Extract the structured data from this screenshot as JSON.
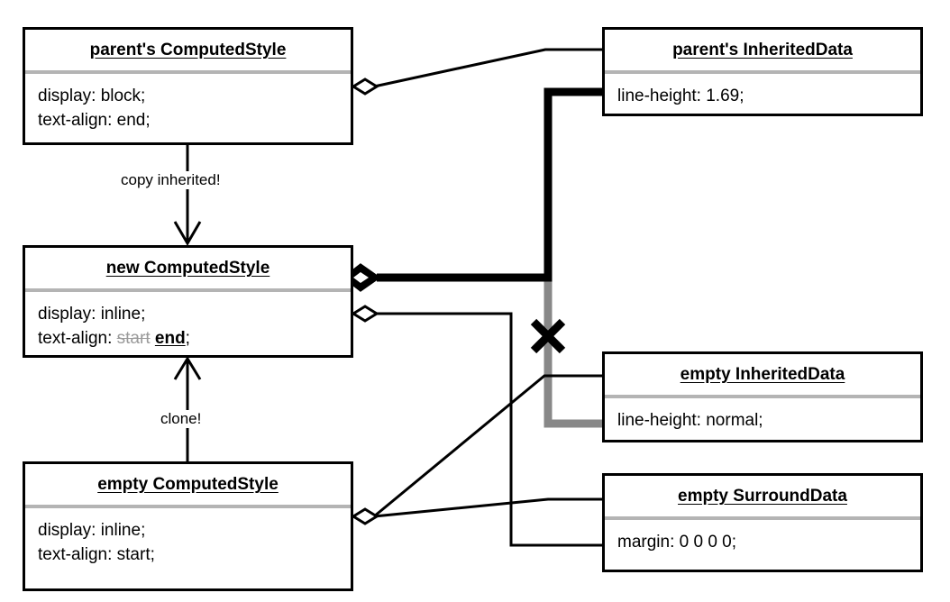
{
  "diagram": {
    "title_underlined": true,
    "colors": {
      "stroke": "#000000",
      "separator": "#b4b4b4",
      "gray_wire": "#888888",
      "struck_text": "#9a9a9a",
      "background": "#ffffff"
    },
    "boxes": [
      {
        "id": "parents-computedstyle",
        "title": "parent's ComputedStyle",
        "lines": [
          "display: block;",
          "text-align: end;"
        ]
      },
      {
        "id": "parents-inheriteddata",
        "title": "parent's InheritedData",
        "lines": [
          "line-height: 1.69;"
        ]
      },
      {
        "id": "new-computedstyle",
        "title": "new ComputedStyle",
        "lines": [
          "display: inline;"
        ],
        "text_align_prefix": "text-align: ",
        "text_align_old": "start",
        "text_align_new": "end",
        "text_align_suffix": ";"
      },
      {
        "id": "empty-computedstyle",
        "title": "empty ComputedStyle",
        "lines": [
          "display: inline;",
          "text-align: start;"
        ]
      },
      {
        "id": "empty-inheriteddata",
        "title": "empty InheritedData",
        "lines": [
          "line-height: normal;"
        ]
      },
      {
        "id": "empty-surrounddata",
        "title": "empty SurroundData",
        "lines": [
          "margin: 0 0 0 0;"
        ]
      }
    ],
    "edges": [
      {
        "id": "copy-inherited",
        "label": "copy inherited!",
        "kind": "arrow-down"
      },
      {
        "id": "clone",
        "label": "clone!",
        "kind": "arrow-up"
      },
      {
        "id": "parent-style-to-parent-inherited",
        "label": "",
        "kind": "aggregation-thin"
      },
      {
        "id": "new-style-to-parent-inherited",
        "label": "",
        "kind": "aggregation-thick-filled"
      },
      {
        "id": "new-style-to-empty-surround",
        "label": "",
        "kind": "aggregation-thin"
      },
      {
        "id": "empty-style-to-empty-inherited",
        "label": "",
        "kind": "aggregation-thin"
      },
      {
        "id": "empty-style-to-empty-surround",
        "label": "",
        "kind": "aggregation-thin"
      },
      {
        "id": "empty-inherited-dropped",
        "label": "",
        "kind": "gray-crossed-out"
      }
    ],
    "markers": [
      {
        "id": "cross-out-x",
        "symbol": "X",
        "meaning": "discarded reference"
      }
    ]
  }
}
